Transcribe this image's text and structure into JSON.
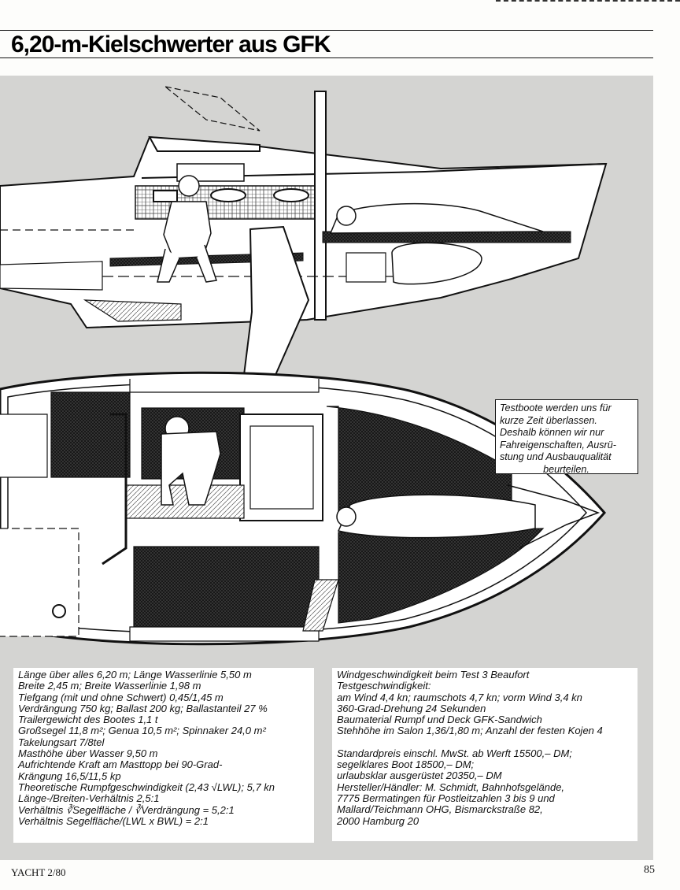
{
  "title": "6,20-m-Kielschwerter aus GFK",
  "notice_lines": [
    "Testboote werden uns für",
    "kurze Zeit überlassen.",
    "Deshalb können wir nur",
    "Fahreigenschaften, Ausrü-",
    "stung und Ausbauqualität",
    "beurteilen."
  ],
  "specs_left": [
    "Länge über alles 6,20 m; Länge Wasserlinie 5,50 m",
    "Breite 2,45 m; Breite Wasserlinie 1,98 m",
    "Tiefgang (mit und ohne Schwert) 0,45/1,45 m",
    "Verdrängung 750 kg; Ballast 200 kg; Ballastanteil 27 %",
    "Trailergewicht des Bootes 1,1 t",
    "Großsegel 11,8 m²; Genua 10,5 m²; Spinnaker 24,0 m²",
    "Takelungsart 7/8tel",
    "Masthöhe über Wasser 9,50 m",
    "Aufrichtende Kraft am Masttopp bei 90-Grad-",
    "Krängung 16,5/11,5 kp",
    "Theoretische Rumpfgeschwindigkeit (2,43 √LWL); 5,7 kn",
    "Länge-/Breiten-Verhältnis 2,5:1",
    "Verhältnis ∛Segelfläche / ∛Verdrängung = 5,2:1",
    "Verhältnis Segelfläche/(LWL x BWL) = 2:1"
  ],
  "specs_right_a": [
    "Windgeschwindigkeit beim Test 3 Beaufort",
    "Testgeschwindigkeit:",
    "am Wind 4,4 kn; raumschots 4,7 kn; vorm Wind 3,4 kn",
    "360-Grad-Drehung 24 Sekunden",
    "Baumaterial Rumpf und Deck GFK-Sandwich",
    "Stehhöhe im Salon 1,36/1,80 m; Anzahl der festen Kojen 4"
  ],
  "specs_right_b": [
    "Standardpreis einschl. MwSt. ab Werft 15500,– DM;",
    "segelklares Boot 18500,– DM;",
    "urlaubsklar ausgerüstet 20350,– DM",
    "Hersteller/Händler: M. Schmidt, Bahnhofsgelände,",
    "7775 Bermatingen für Postleitzahlen 3 bis 9 und",
    "Mallard/Teichmann OHG, Bismarckstraße 82,",
    "2000 Hamburg 20"
  ],
  "footer_left": "YACHT 2/80",
  "page_number": "85"
}
